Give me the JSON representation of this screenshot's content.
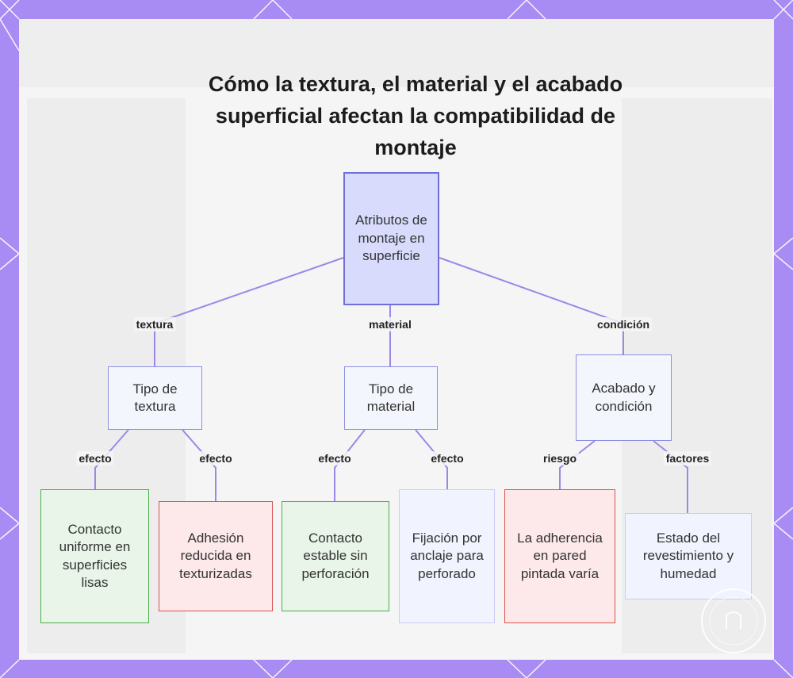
{
  "title": "Cómo la textura, el material y el acabado superficial afectan la compatibilidad de montaje",
  "nodes": {
    "root": "Atributos de montaje en superficie",
    "texture_type": "Tipo de textura",
    "material_type": "Tipo de material",
    "finish_condition": "Acabado y condición",
    "smooth_contact": "Contacto uniforme en superficies lisas",
    "reduced_adhesion": "Adhesión reducida en texturizadas",
    "stable_contact": "Contacto estable sin perforación",
    "anchor_fixing": "Fijación por anclaje para perforado",
    "paint_adherence": "La adherencia en pared pintada varía",
    "coating_state": "Estado del revestimiento y humedad"
  },
  "edge_labels": {
    "textura": "textura",
    "material": "material",
    "condicion": "condición",
    "efecto": "efecto",
    "riesgo": "riesgo",
    "factores": "factores"
  },
  "colors": {
    "frame": "#a98cf3",
    "link": "#9b88e6",
    "positive_border": "#4cae4c",
    "negative_border": "#d9534f",
    "root_fill": "#d8dbfb"
  }
}
